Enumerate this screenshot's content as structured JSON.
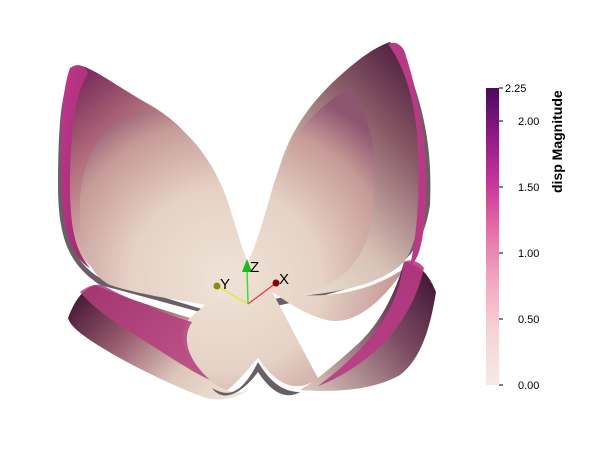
{
  "scene": {
    "colorbar": {
      "title": "disp Magnitude",
      "ticks": [
        "2.25",
        "2.00",
        "1.50",
        "1.00",
        "0.50",
        "0.00"
      ],
      "range": [
        0.0,
        2.25
      ],
      "colors": {
        "max": "#4a0a5e",
        "high": "#7a1a78",
        "mid_high": "#c2378d",
        "mid": "#e77fb0",
        "low": "#f5c2cf",
        "min": "#f5e9e2"
      }
    },
    "orientation_axes": {
      "x_label": "X",
      "y_label": "Y",
      "z_label": "Z",
      "x_color": "#ff2a2a",
      "y_color": "#ffff33",
      "z_color": "#33ff33"
    },
    "surface": {
      "shading_light": "#eee2d6",
      "shading_mid": "#c9a7a4",
      "edge_color": "#b33d7d",
      "rim_shadow": "#6a5f66"
    }
  }
}
